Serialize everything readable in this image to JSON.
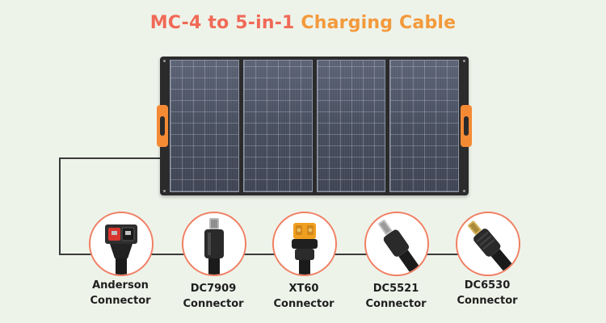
{
  "title": {
    "part1": "MC-4 to 5-in-1 ",
    "part2": "Charging Cable"
  },
  "colors": {
    "title_red": "#f06a57",
    "title_orange": "#f39a3c",
    "handle_orange": "#f58a35",
    "circle_border": "#f07f63"
  },
  "connectors": [
    {
      "name": "Anderson",
      "suffix": "Connector",
      "icon": "anderson-plug-icon"
    },
    {
      "name": "DC7909",
      "suffix": "Connector",
      "icon": "dc7909-plug-icon"
    },
    {
      "name": "XT60",
      "suffix": "Connector",
      "icon": "xt60-plug-icon"
    },
    {
      "name": "DC5521",
      "suffix": "Connector",
      "icon": "dc5521-plug-icon"
    },
    {
      "name": "DC6530",
      "suffix": "Connector",
      "icon": "dc6530-plug-icon"
    }
  ]
}
